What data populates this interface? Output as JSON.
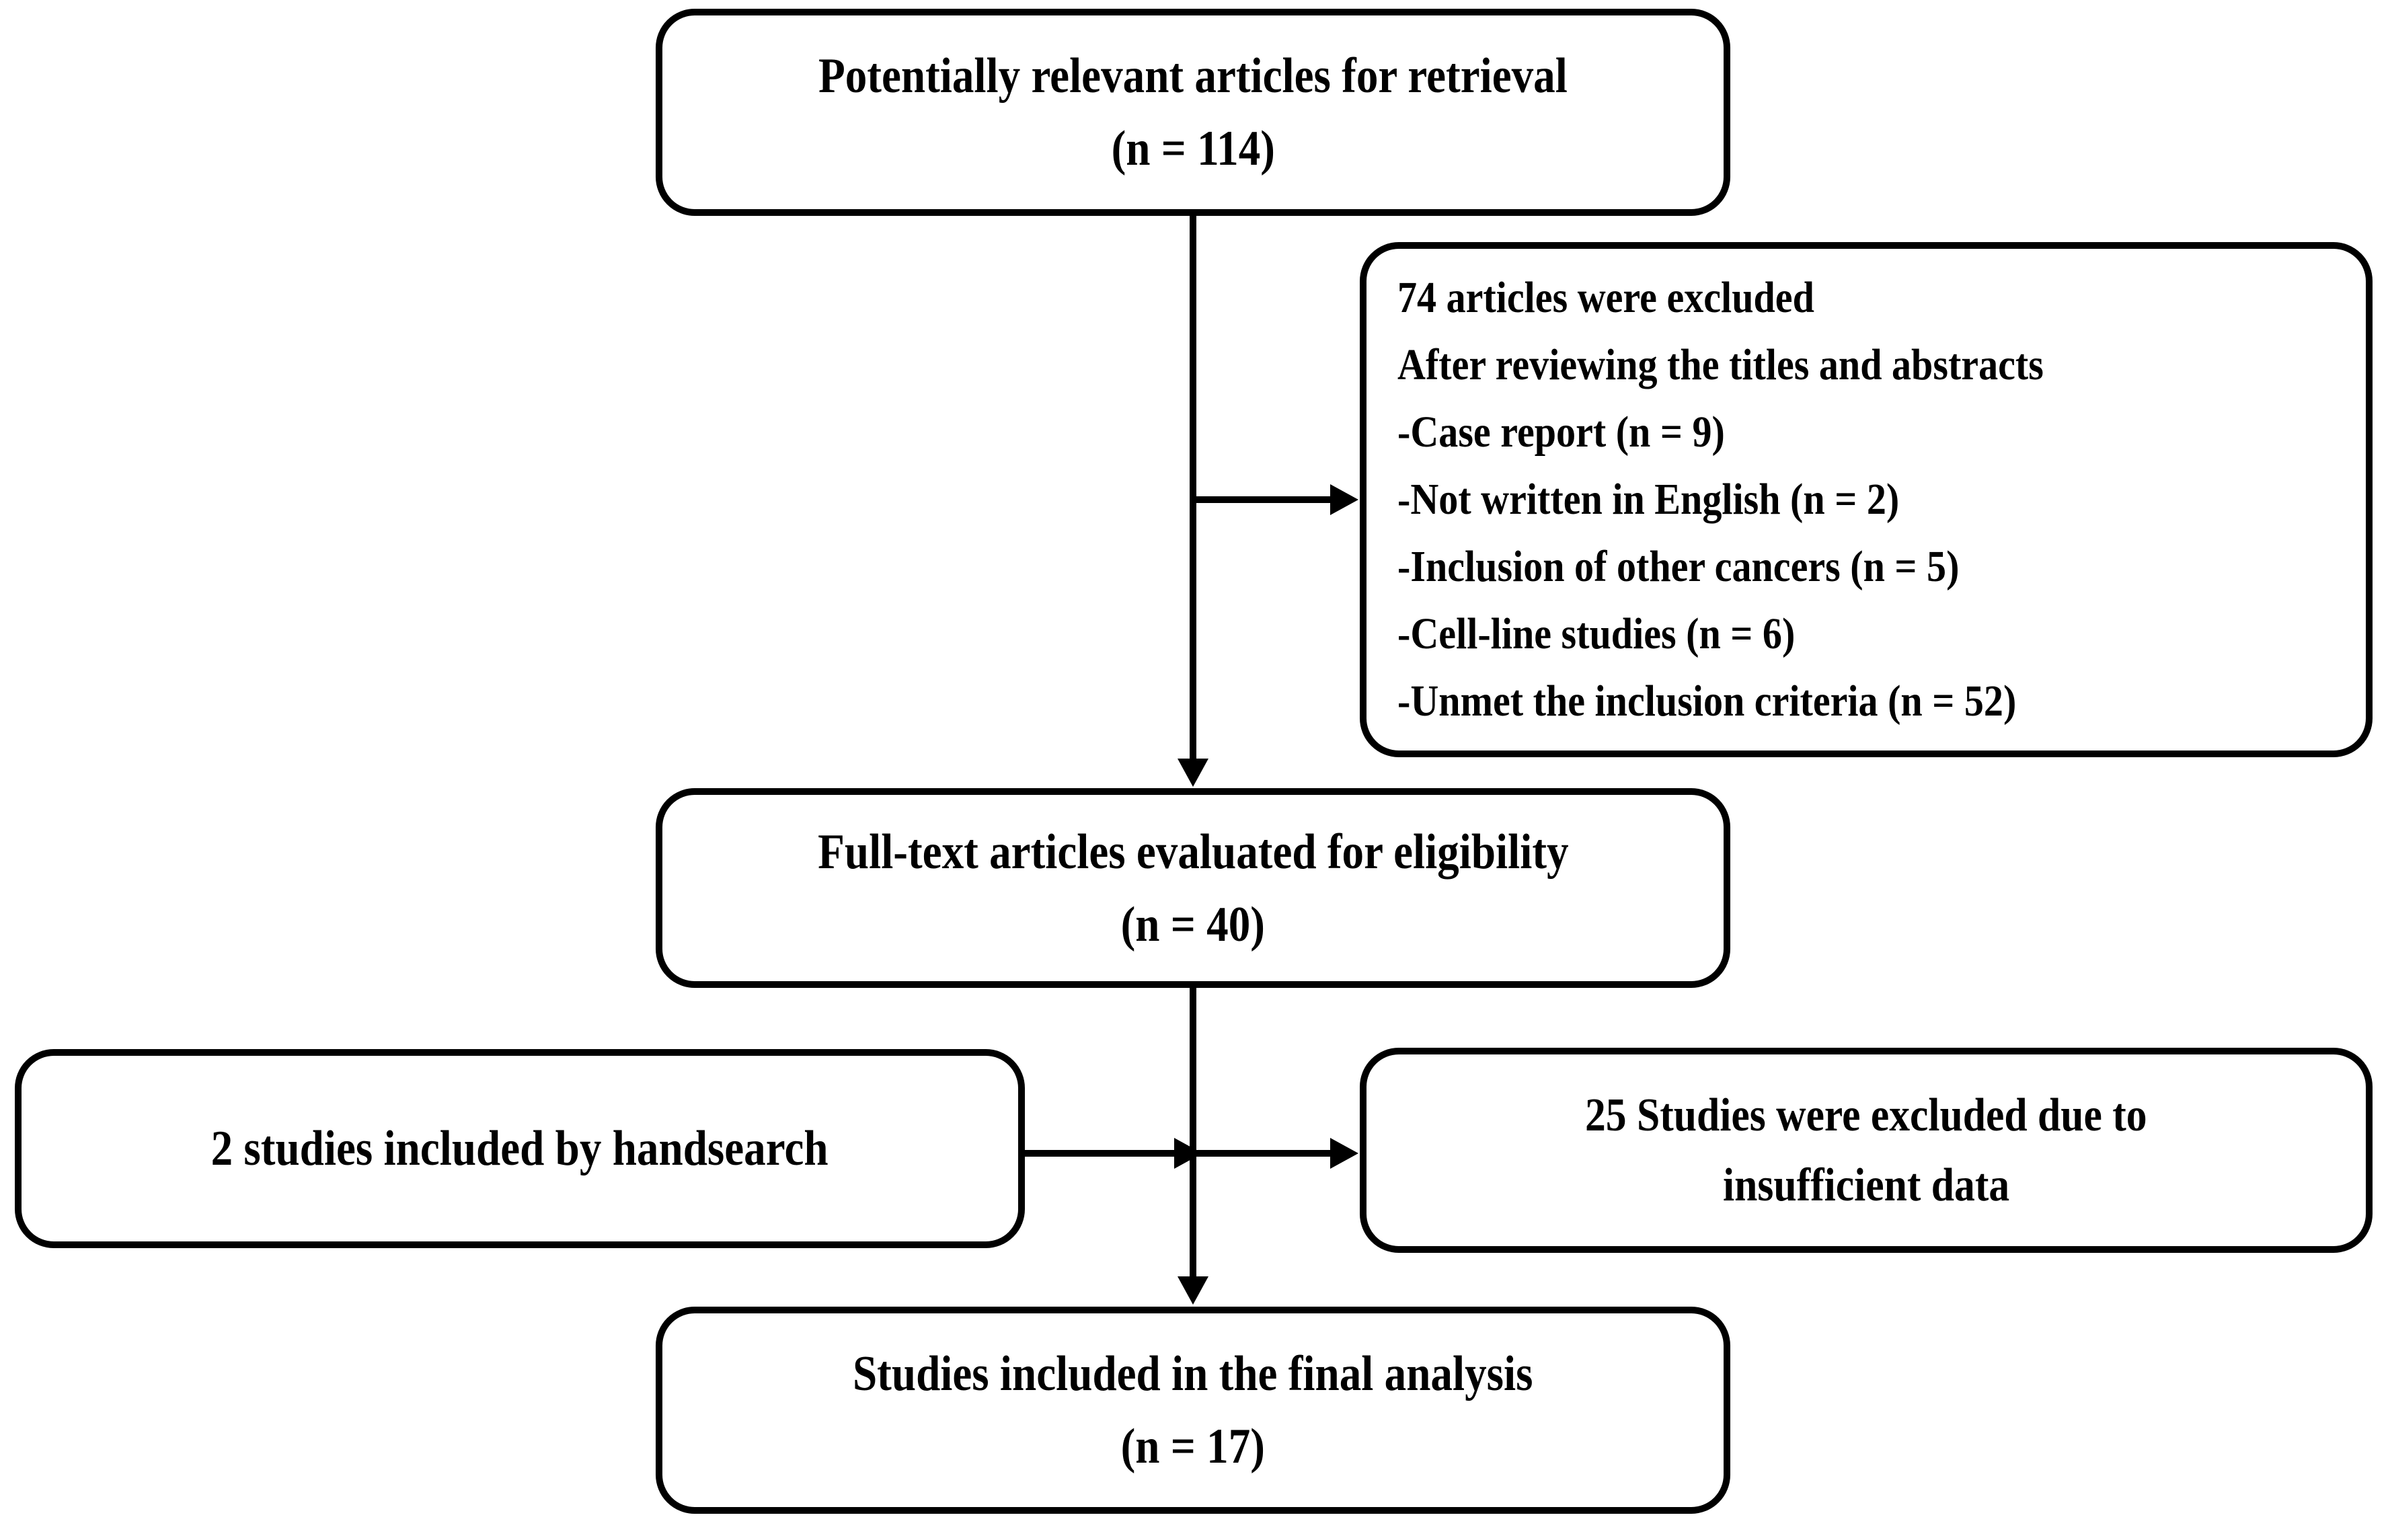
{
  "diagram": {
    "type": "prisma-flow-diagram",
    "nodes": {
      "retrieval": {
        "line1": "Potentially relevant articles for retrieval",
        "line2": "(n = 114)",
        "count": 114
      },
      "excluded_screening": {
        "line1": "74 articles were excluded",
        "line2": "After reviewing the titles and abstracts",
        "line3": "-Case report (n = 9)",
        "line4": "-Not written in English (n = 2)",
        "line5": "-Inclusion of other cancers (n = 5)",
        "line6": "-Cell-line studies (n = 6)",
        "line7": "-Unmet the inclusion criteria (n = 52)",
        "total": 74
      },
      "fulltext": {
        "line1": "Full-text articles evaluated for eligibility",
        "line2": "(n = 40)",
        "count": 40
      },
      "handsearch": {
        "line1": "2 studies included by handsearch",
        "count": 2
      },
      "insufficient": {
        "line1": "25 Studies were excluded due to",
        "line2": "insufficient data",
        "count": 25
      },
      "final": {
        "line1": "Studies included in the final analysis",
        "line2": "(n = 17)",
        "count": 17
      }
    },
    "colors": {
      "stroke": "#000000",
      "fill": "#ffffff",
      "text": "#000000"
    }
  }
}
